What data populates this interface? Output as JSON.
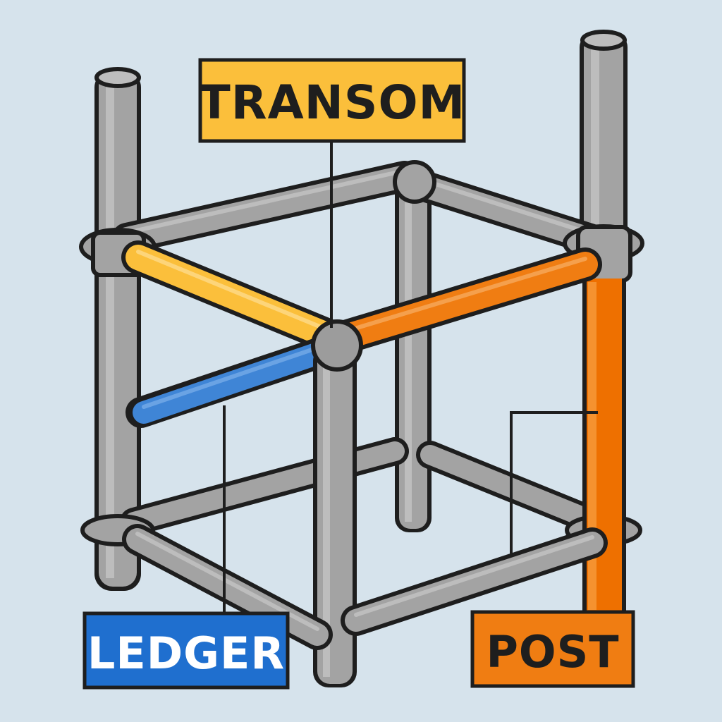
{
  "diagram": {
    "colors": {
      "background": "#d6e3ec",
      "pipe": "#a3a3a3",
      "pipe_highlight": "#bdbdbd",
      "outline": "#1e1e1e",
      "transom": "#fbbf3b",
      "ledger": "#3f85d6",
      "post": "#f07d12",
      "post_dark": "#ee7000",
      "ledger_box": "#1f6fcf"
    },
    "labels": {
      "transom": "TRANSOM",
      "ledger": "LEDGER",
      "post": "POST"
    },
    "icons": [
      "scaffold-icon"
    ]
  }
}
